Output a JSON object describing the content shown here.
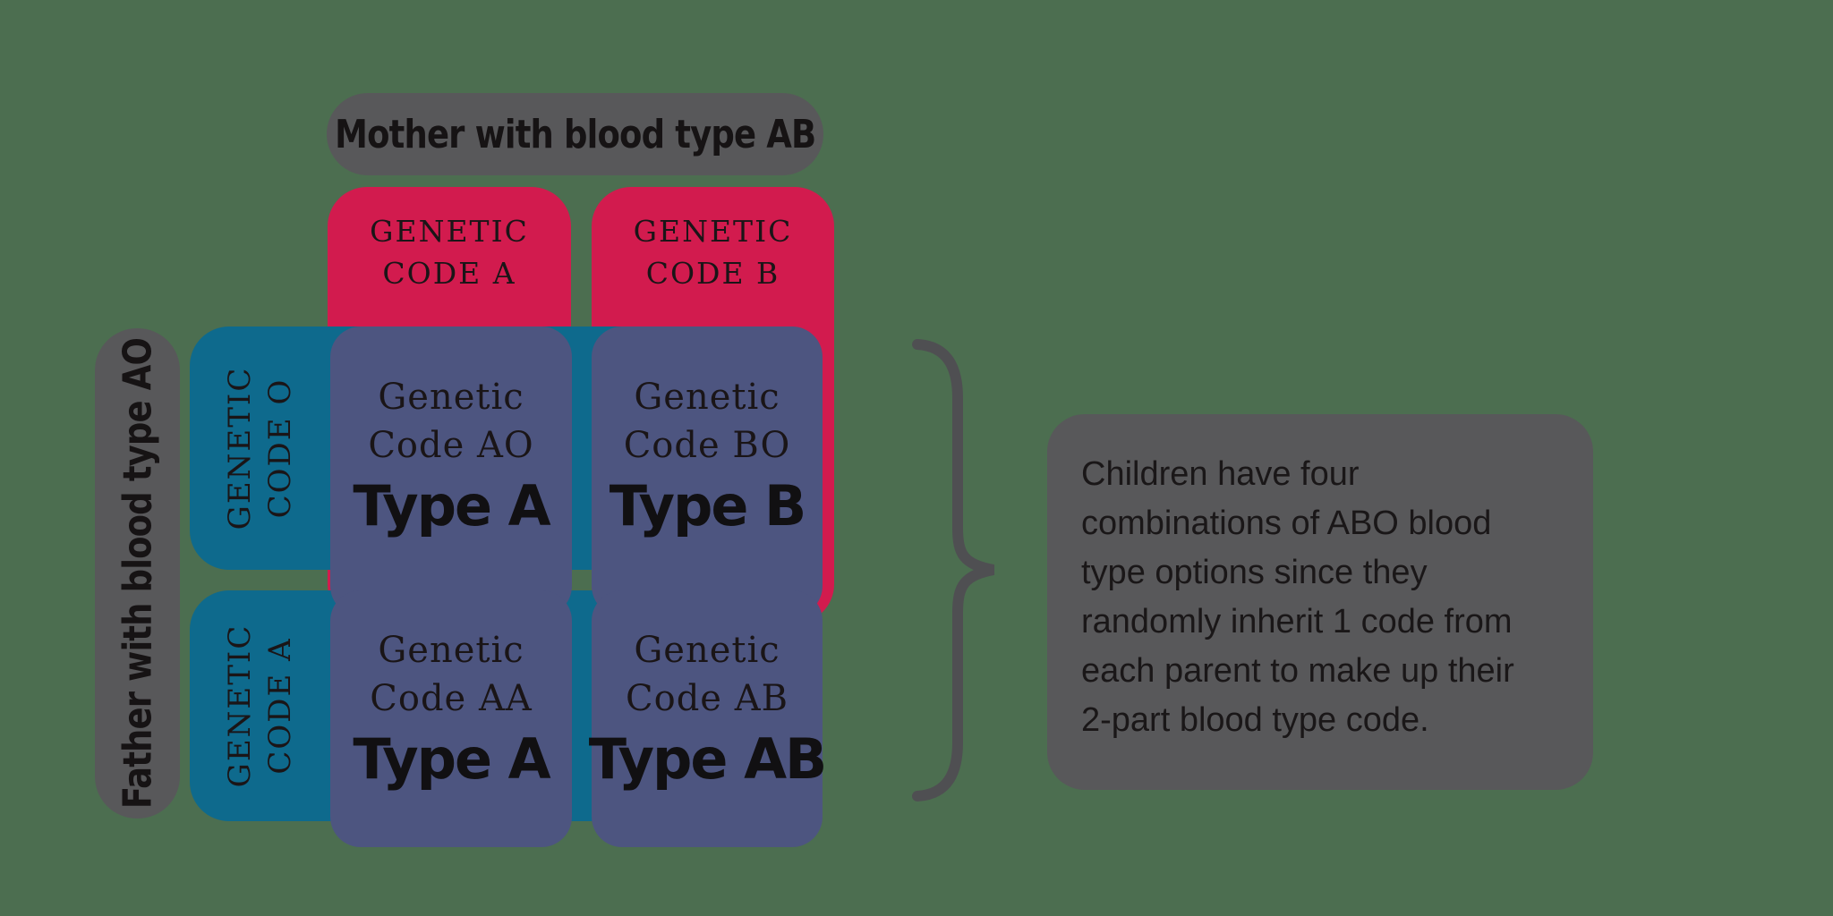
{
  "colors": {
    "background": "#4C6E50",
    "pill_gray": "#58585A",
    "mother_red": "#D21B4E",
    "father_teal": "#0E6A8D",
    "cell_purple": "#4D5580",
    "brace_gray": "#4F4F52",
    "text_dark": "#1A1517"
  },
  "mother_pill": {
    "label": "Mother with blood type AB"
  },
  "father_pill": {
    "label": "Father with blood type AO"
  },
  "columns": [
    {
      "line1": "GENETIC",
      "line2": "CODE A"
    },
    {
      "line1": "GENETIC",
      "line2": "CODE B"
    }
  ],
  "rows": [
    {
      "line1": "GENETIC",
      "line2": "CODE O"
    },
    {
      "line1": "GENETIC",
      "line2": "CODE A"
    }
  ],
  "cells": [
    {
      "code_line1": "Genetic",
      "code_line2": "Code AO",
      "type": "Type A"
    },
    {
      "code_line1": "Genetic",
      "code_line2": "Code BO",
      "type": "Type B"
    },
    {
      "code_line1": "Genetic",
      "code_line2": "Code AA",
      "type": "Type A"
    },
    {
      "code_line1": "Genetic",
      "code_line2": "Code AB",
      "type": "Type AB"
    }
  ],
  "note": {
    "lines": [
      "Children have four",
      "combinations of ABO blood",
      "type options since they",
      "randomly inherit 1 code from",
      "each parent to make up their",
      "2-part blood type code."
    ]
  }
}
